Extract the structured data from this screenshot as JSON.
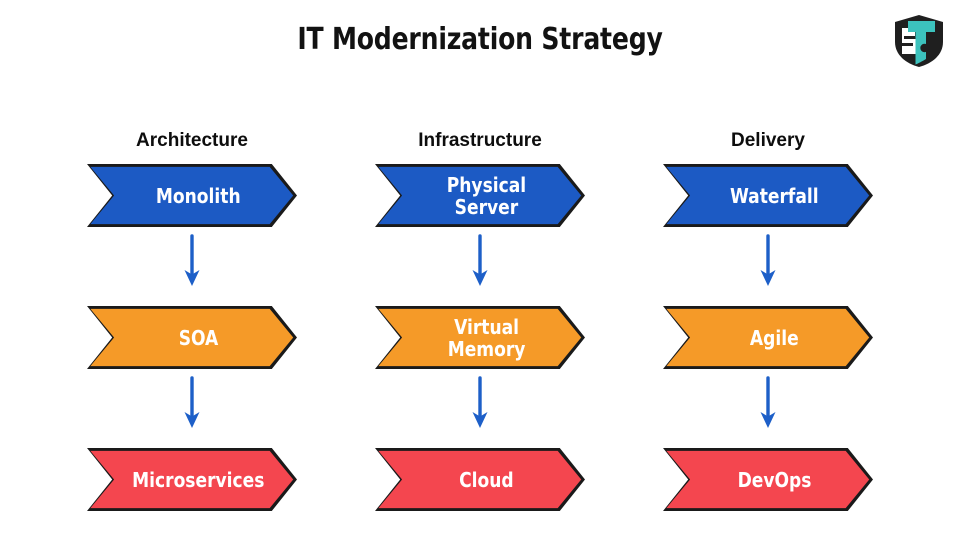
{
  "page": {
    "title": "IT Modernization Strategy",
    "background_color": "#ffffff"
  },
  "logo": {
    "name": "shield-t-logo",
    "shield_color": "#1f1f1f",
    "letter_color": "#3cc2bd"
  },
  "palette": {
    "row1": "#1c5ac4",
    "row2": "#f59a28",
    "row3": "#f4464f",
    "outline": "#1a1a1a",
    "arrow": "#1d5fc8",
    "text_light": "#ffffff",
    "text_dark": "#0d0d0d"
  },
  "columns": [
    {
      "header": "Architecture",
      "stages": [
        {
          "label": "Monolith",
          "tier": "row1"
        },
        {
          "label": "SOA",
          "tier": "row2"
        },
        {
          "label": "Microservices",
          "tier": "row3"
        }
      ]
    },
    {
      "header": "Infrastructure",
      "stages": [
        {
          "label": "Physical\nServer",
          "tier": "row1"
        },
        {
          "label": "Virtual\nMemory",
          "tier": "row2"
        },
        {
          "label": "Cloud",
          "tier": "row3"
        }
      ]
    },
    {
      "header": "Delivery",
      "stages": [
        {
          "label": "Waterfall",
          "tier": "row1"
        },
        {
          "label": "Agile",
          "tier": "row2"
        },
        {
          "label": "DevOps",
          "tier": "row3"
        }
      ]
    }
  ],
  "connector": {
    "icon": "arrow-down-icon",
    "count_per_column": 2
  }
}
